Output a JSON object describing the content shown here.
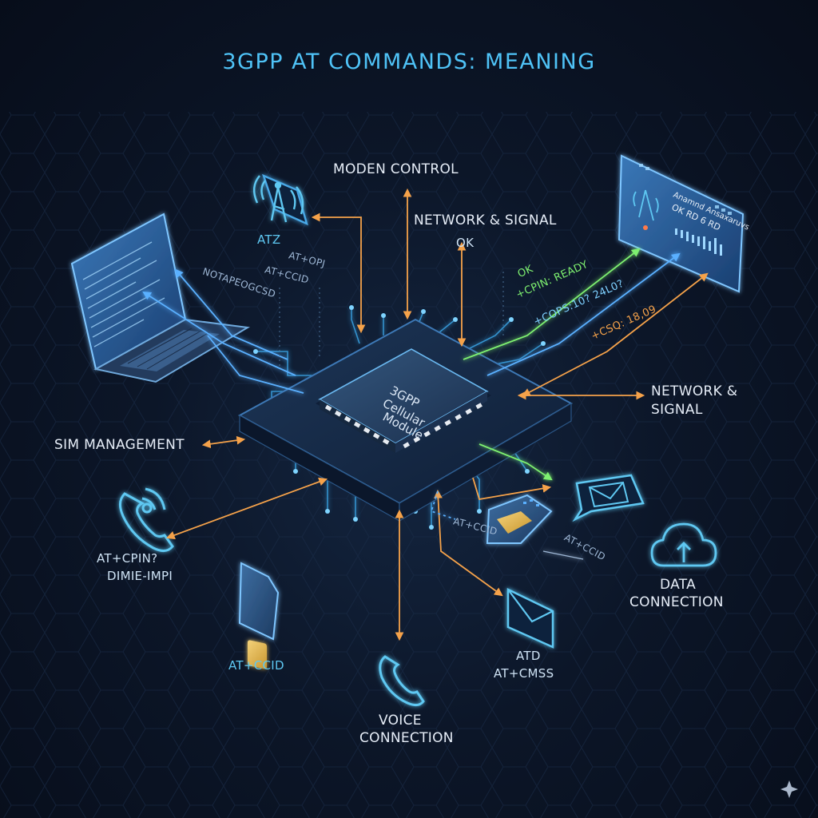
{
  "title": "3GPP AT COMMANDS: MEANING",
  "chip": {
    "line1": "3GPP",
    "line2": "Cellular",
    "line3": "Module"
  },
  "categories": {
    "modem_control": "MODEN CONTROL",
    "network_signal_top": "NETWORK & SIGNAL",
    "network_signal_right_1": "NETWORK &",
    "network_signal_right_2": "SIGNAL",
    "sim_management": "SIM MANAGEMENT",
    "data_connection_1": "DATA",
    "data_connection_2": "CONNECTION",
    "voice_connection_1": "VOICE",
    "voice_connection_2": "CONNECTION"
  },
  "commands": {
    "atz": "ATZ",
    "ok_top": "OK",
    "at_cops": "AT+CPIN?",
    "dimie": "DIMIE-IMPI",
    "at_ccid_left": "AT+CCID",
    "atd": "ATD",
    "at_cmss": "AT+CMSS",
    "at_ccid_sim": "AT+CCID",
    "at_ccid_right": "AT+CCID",
    "at_op": "AT+OPJ",
    "at_ccid_laptop": "AT+CCID",
    "notapedgcsd": "NOTAPEOGCSD"
  },
  "responses": {
    "ok": "OK",
    "cpin_ready": "+CPIN: READY",
    "cops": "+COPS:10? 24L0?",
    "csq": "+CSQ: 18,09"
  },
  "terminal": {
    "status_ok": "OK",
    "lines": [
      "Anamnd Ansaxaruvs",
      "OK  RD 6 RD"
    ]
  },
  "colors": {
    "accent_cyan": "#4fc3f7",
    "orange": "#f5a24a",
    "green": "#7ef070",
    "blue": "#5ab0ff"
  }
}
